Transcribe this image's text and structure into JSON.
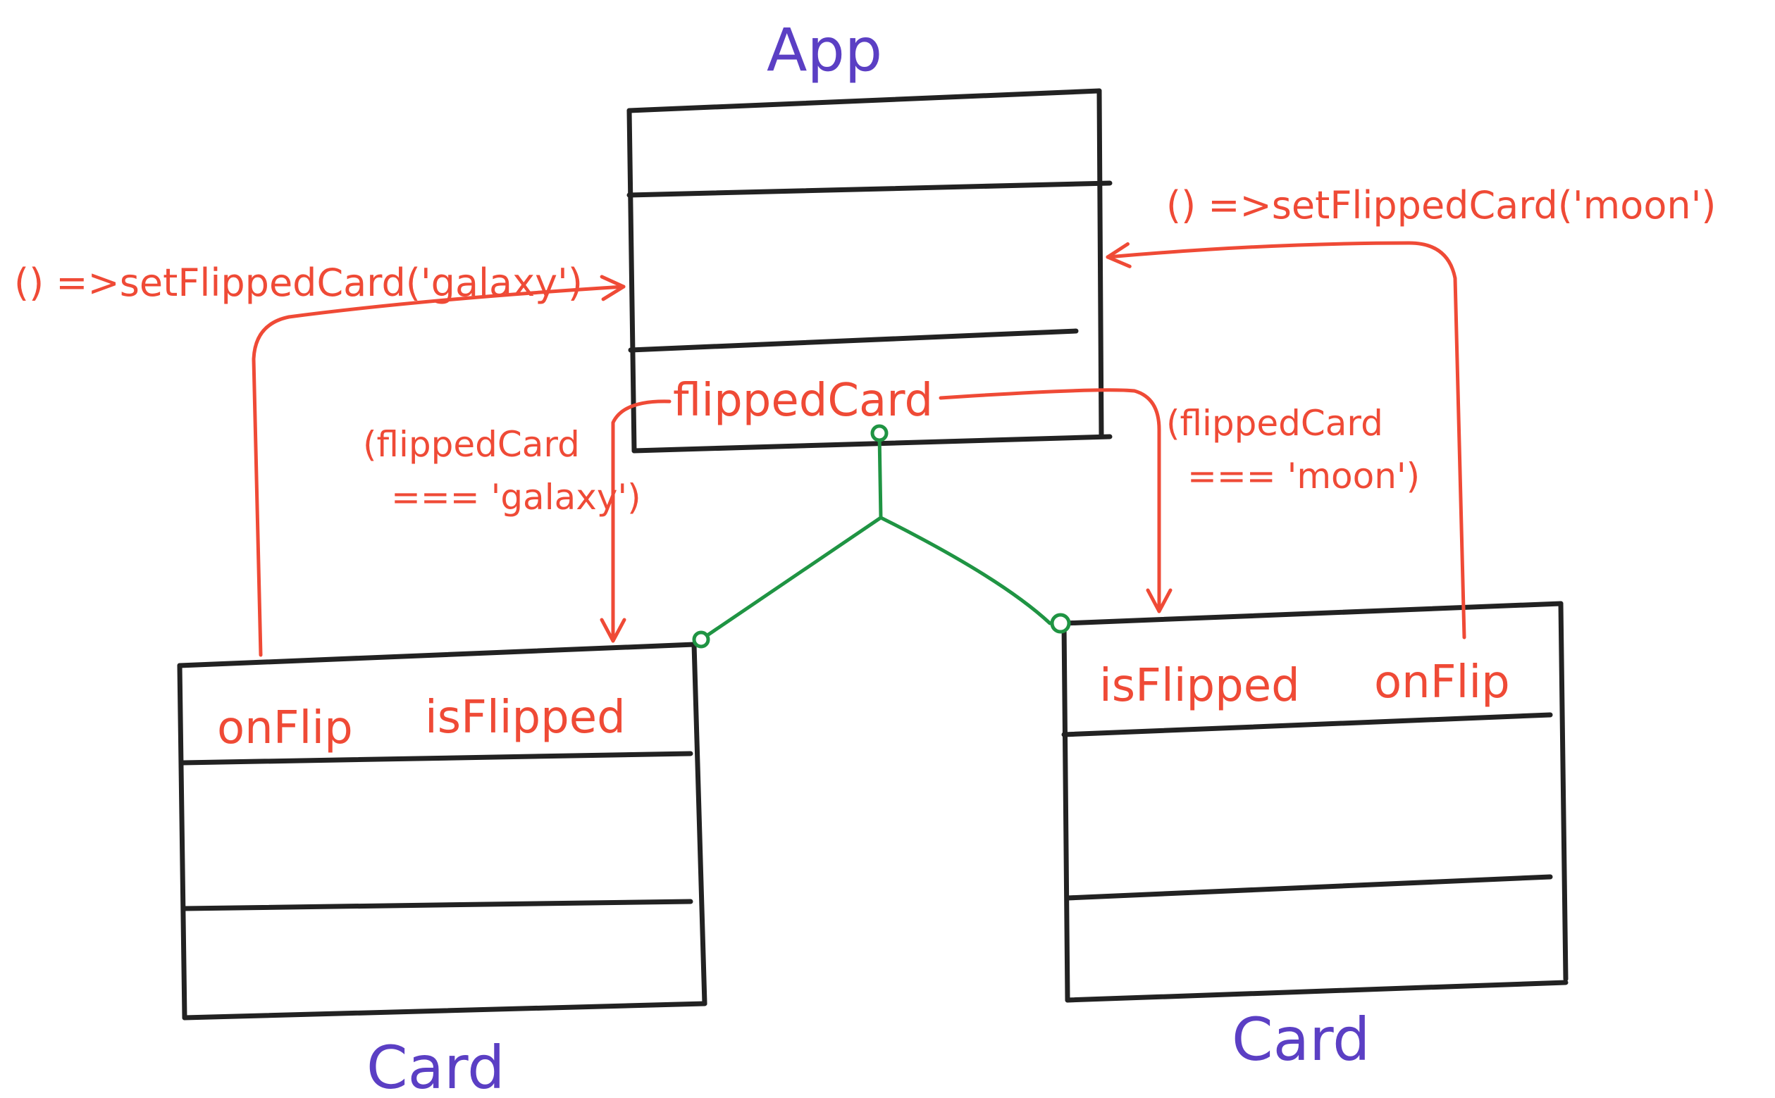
{
  "colors": {
    "box_stroke": "#222222",
    "annotation": "#ef4a36",
    "title": "#5b3fc4",
    "connector": "#1f9443"
  },
  "app": {
    "title": "App",
    "state": "flippedCard"
  },
  "left_card": {
    "title": "Card",
    "prop_handler": "onFlip",
    "prop_state": "isFlipped",
    "callback": "() =>setFlippedCard('galaxy')",
    "condition_line1": "(flippedCard",
    "condition_line2": "=== 'galaxy')"
  },
  "right_card": {
    "title": "Card",
    "prop_state": "isFlipped",
    "prop_handler": "onFlip",
    "callback": "() =>setFlippedCard('moon')",
    "condition_line1": "(flippedCard",
    "condition_line2": "=== 'moon')"
  }
}
